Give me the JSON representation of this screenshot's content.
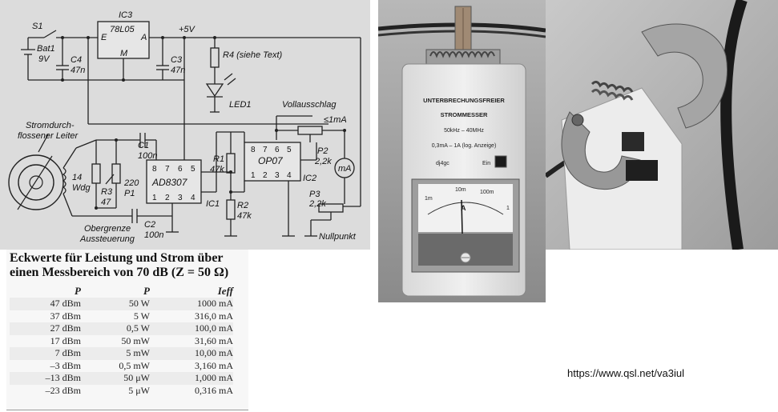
{
  "schematic": {
    "ic3_label": "IC3",
    "ic3_part": "78L05",
    "ic3_pin_e": "E",
    "ic3_pin_a": "A",
    "ic3_pin_m": "M",
    "supply_label": "+5V",
    "s1_label": "S1",
    "bat_label": "Bat1",
    "bat_voltage": "9V",
    "c4_label": "C4",
    "c4_value": "47n",
    "c3_label": "C3",
    "c3_value": "47n",
    "r4_label": "R4 (siehe Text)",
    "led_label": "LED1",
    "full_scale_label": "Vollausschlag",
    "full_scale_value": "≤1mA",
    "meter_label": "mA",
    "p2_label": "P2",
    "p2_value": "2,2k",
    "p3_label": "P3",
    "p3_value": "2,2k",
    "zero_label": "Nullpunkt",
    "conductor_label_1": "Stromdurch-",
    "conductor_label_2": "flossener Leiter",
    "toroid_turns": "14",
    "toroid_unit": "Wdg",
    "c1_label": "C1",
    "c1_value": "100n",
    "c2_label": "C2",
    "c2_value": "100n",
    "r3_label": "R3",
    "r3_value": "47",
    "p1_value": "220",
    "p1_label": "P1",
    "upper_limit_1": "Obergrenze",
    "upper_limit_2": "Aussteuerung",
    "ad_part": "AD8307",
    "ad_label": "IC1",
    "ad_pins_top": [
      "8",
      "7",
      "6",
      "5"
    ],
    "ad_pins_bottom": [
      "1",
      "2",
      "3",
      "4"
    ],
    "op_part": "OP07",
    "op_label": "IC2",
    "op_pins_top": [
      "8",
      "7",
      "6",
      "5"
    ],
    "op_pins_bottom": [
      "1",
      "2",
      "3",
      "4"
    ],
    "r1_label": "R1",
    "r1_value": "47k",
    "r2_label": "R2",
    "r2_value": "47k"
  },
  "table": {
    "title": "Eckwerte für Leistung und Strom über einen Messbereich von 70 dB (Z = 50 Ω)",
    "headers": [
      "P",
      "P",
      "Ieff"
    ],
    "rows": [
      [
        "47 dBm",
        "50 W",
        "1000 mA"
      ],
      [
        "37 dBm",
        "5 W",
        "316,0 mA"
      ],
      [
        "27 dBm",
        "0,5 W",
        "100,0 mA"
      ],
      [
        "17 dBm",
        "50 mW",
        "31,60 mA"
      ],
      [
        "7 dBm",
        "5 mW",
        "10,00 mA"
      ],
      [
        "–3 dBm",
        "0,5 mW",
        "3,160 mA"
      ],
      [
        "–13 dBm",
        "50 μW",
        "1,000 mA"
      ],
      [
        "–23 dBm",
        "5 μW",
        "0,316 mA"
      ]
    ]
  },
  "device": {
    "title_1": "UNTERBRECHUNGSFREIER",
    "title_2": "STROMMESSER",
    "freq": "50kHz – 40MHz",
    "range": "0,3mA – 1A (log. Anzeige)",
    "callsign": "dj4gc",
    "power_label": "Ein",
    "scale_labels": [
      "1m",
      "10m",
      "100m",
      "1"
    ],
    "scale_unit": "A"
  },
  "footer": {
    "url": "https://www.qsl.net/va3iul"
  },
  "colors": {
    "schematic_bg": "#dcdcdc",
    "ic_fill": "#e6e6e6",
    "table_alt": "#ececec"
  }
}
